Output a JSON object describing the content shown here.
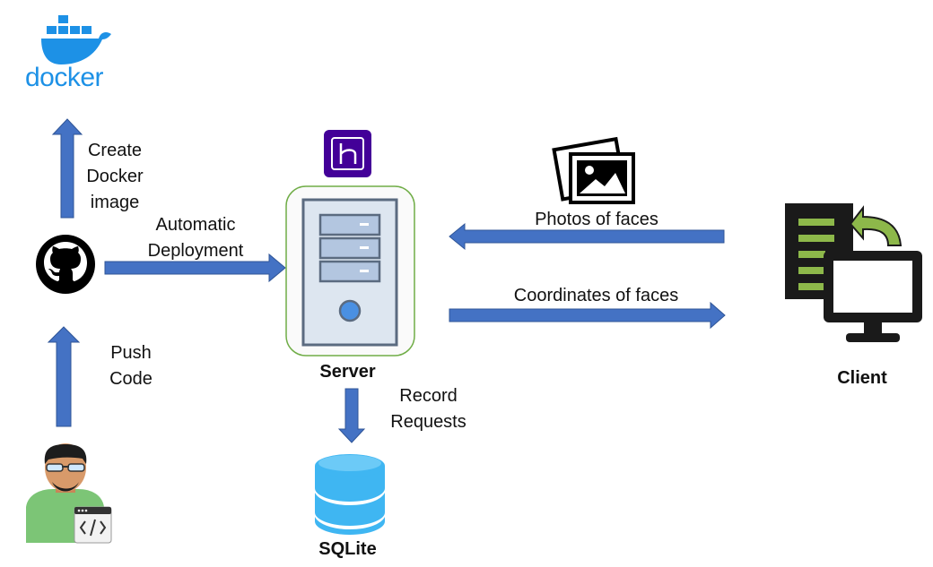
{
  "docker": {
    "wordmark": "docker",
    "color": "#1d91e6"
  },
  "edges": {
    "create_image": "Create\nDocker\nimage",
    "auto_deploy": "Automatic\nDeployment",
    "push_code": "Push\nCode",
    "record_requests": "Record\nRequests",
    "photos": "Photos of faces",
    "coordinates": "Coordinates of faces"
  },
  "nodes": {
    "server": "Server",
    "sqlite": "SQLite",
    "client": "Client"
  },
  "icons": {
    "docker": "docker-whale-icon",
    "github": "github-icon",
    "developer": "developer-icon",
    "heroku": "heroku-icon",
    "server": "server-tower-icon",
    "database": "database-icon",
    "photos": "photos-icon",
    "client": "client-computer-icon"
  },
  "colors": {
    "arrow": "#4472c4",
    "arrow_edge": "#2f5597",
    "server_border": "#70ad47",
    "heroku": "#430098",
    "db": "#3fb6f2",
    "client_green": "#8db84a"
  }
}
